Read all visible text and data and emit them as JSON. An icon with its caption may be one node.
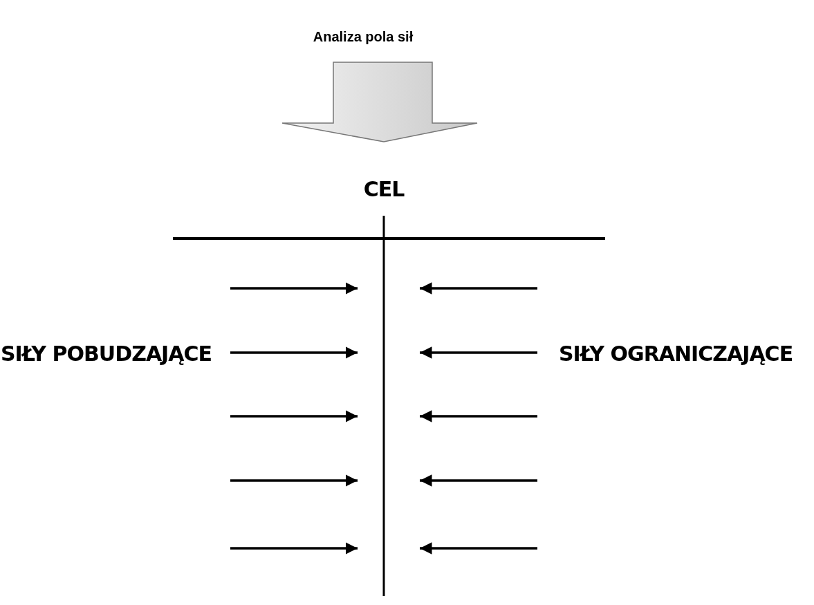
{
  "diagram": {
    "title": "Analiza pola sił",
    "labels": [
      "CEL",
      "SIŁY POBUDZAJĄCE",
      "SIŁY OGRANICZAJĄCE"
    ]
  }
}
